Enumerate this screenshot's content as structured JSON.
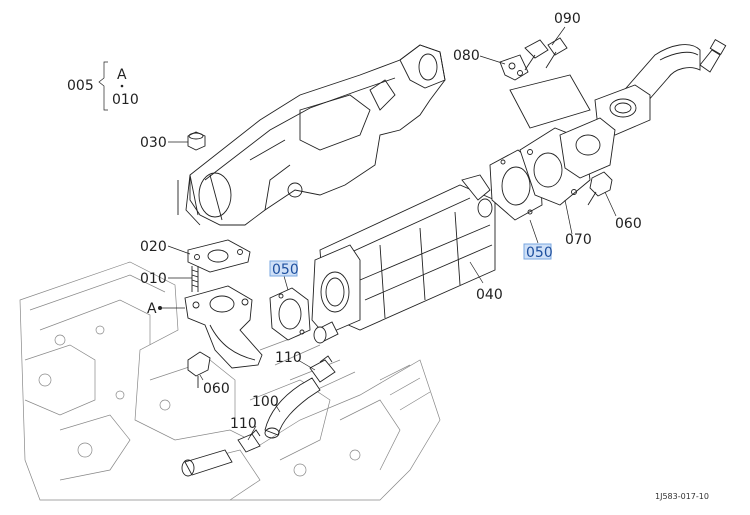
{
  "labels": {
    "l005": "005",
    "lA_top": "A",
    "l010_top": "010",
    "l090": "090",
    "l080": "080",
    "l030": "030",
    "l020": "020",
    "l010": "010",
    "lA": "A",
    "l050_left": "050",
    "l050_right": "050",
    "l040": "040",
    "l070": "070",
    "l060_right": "060",
    "l060_left": "060",
    "l110_top": "110",
    "l100": "100",
    "l110_bottom": "110"
  },
  "reference_code": "1J583-017-10",
  "colors": {
    "highlight_fill": "#cfe0f7",
    "highlight_text": "#1d4f9e",
    "line": "#222222"
  }
}
